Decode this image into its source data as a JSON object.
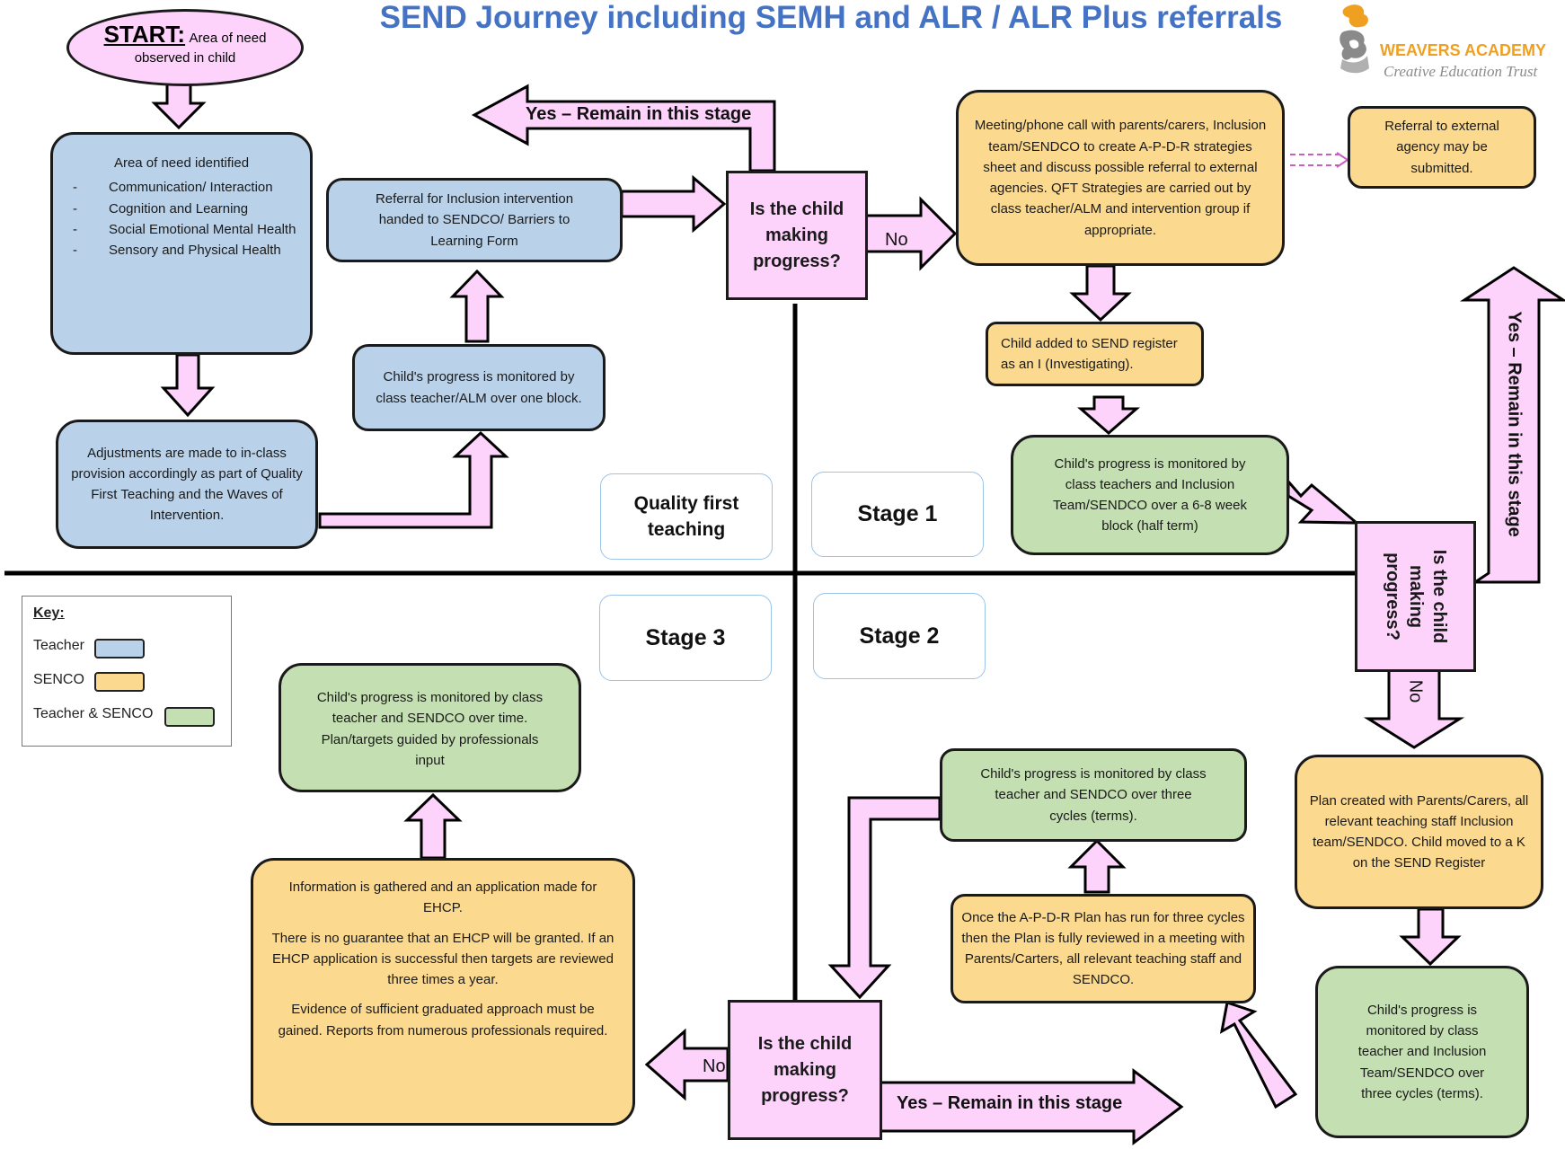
{
  "title": "SEND Journey including SEMH and ALR / ALR Plus referrals",
  "logo": {
    "name": "WEAVERS ACADEMY",
    "tagline": "Creative Education Trust"
  },
  "colors": {
    "teacher": "#b9d2ea",
    "senco": "#fbd98e",
    "teacher_senco": "#c4dfb1",
    "decision": "#fdd2fb",
    "title": "#4472c4"
  },
  "start": {
    "heading": "START:",
    "text_line1": "Area of need",
    "text_line2": "observed in child"
  },
  "area_of_need": {
    "heading": "Area of need identified",
    "items": [
      "Communication/ Interaction",
      "Cognition and Learning",
      "Social Emotional Mental Health",
      "Sensory and Physical Health"
    ]
  },
  "adjustments": "Adjustments are made to in-class provision accordingly as part of Quality First Teaching and the Waves of Intervention.",
  "monitor_class_teacher": "Child's progress is monitored by class teacher/ALM over one block.",
  "referral_inclusion": "Referral for Inclusion intervention handed to SENDCO/ Barriers to Learning Form",
  "decision_top": {
    "question": "Is the child making progress?",
    "no": "No",
    "yes": "Yes – Remain in this stage"
  },
  "meeting": "Meeting/phone call with parents/carers, Inclusion team/SENDCO to create A-P-D-R strategies sheet and discuss possible referral to external agencies. QFT Strategies are carried out by class teacher/ALM and intervention group if appropriate.",
  "external_referral": "Referral to external agency may be submitted.",
  "send_register": "Child added to SEND register as an I (Investigating).",
  "monitor_half_term": "Child's progress is monitored by class teachers and Inclusion Team/SENDCO over a 6-8 week block (half term)",
  "decision_right": {
    "question": "Is the child making progress?",
    "no": "No",
    "yes": "Yes – Remain in this stage"
  },
  "plan_created": "Plan created with Parents/Carers, all relevant teaching staff Inclusion team/SENDCO. Child moved to a K on the SEND Register",
  "monitor_three_cycles_right": "Child's progress is monitored by class teacher and Inclusion Team/SENDCO over three cycles (terms).",
  "apdr_review": "Once the A-P-D-R Plan has run for three cycles then the Plan is fully reviewed in a meeting with Parents/Carters, all relevant teaching staff and SENDCO.",
  "monitor_three_cycles_mid": "Child's progress is monitored by class teacher and SENDCO over three cycles (terms).",
  "decision_bottom": {
    "question": "Is the child making progress?",
    "no": "No",
    "yes": "Yes – Remain in this stage"
  },
  "ehcp": {
    "p1": "Information is gathered and an application made for EHCP.",
    "p2": "There is no guarantee that an EHCP will be granted. If an EHCP application is successful then targets are reviewed three times a year.",
    "p3": "Evidence of sufficient graduated approach must be gained. Reports from numerous professionals required."
  },
  "monitor_professionals": "Child's progress is monitored by class teacher and SENDCO over time. Plan/targets guided by professionals input",
  "stages": {
    "qft": "Quality first teaching",
    "stage1": "Stage 1",
    "stage2": "Stage 2",
    "stage3": "Stage 3"
  },
  "key": {
    "heading": "Key:",
    "teacher": "Teacher",
    "senco": "SENCO",
    "teacher_senco": "Teacher & SENCO"
  }
}
